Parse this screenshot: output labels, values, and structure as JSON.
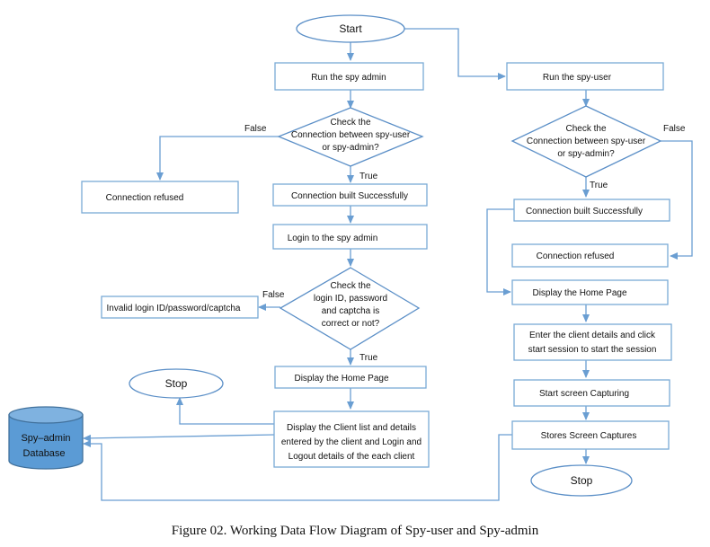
{
  "nodes": {
    "start": "Start",
    "run_admin": "Run the spy admin",
    "run_user": "Run the spy-user",
    "check_conn_admin": [
      "Check the",
      "Connection between spy-user",
      "or spy-admin?"
    ],
    "check_conn_user": [
      "Check the",
      "Connection between spy-user",
      "or spy-admin?"
    ],
    "conn_refused_admin": "Connection refused",
    "conn_built_admin": "Connection built Successfully",
    "conn_built_user": "Connection built Successfully",
    "conn_refused_user": "Connection refused",
    "login_admin": "Login to the spy admin",
    "check_login": [
      "Check the",
      "login ID, password",
      "and captcha is",
      "correct or not?"
    ],
    "invalid_login": "Invalid login ID/password/captcha",
    "home_admin": "Display the Home Page",
    "home_user": "Display the Home Page",
    "client_details": [
      "Enter the client details and click",
      "start session to start the session"
    ],
    "screen_capture": "Start screen Capturing",
    "stores_captures": "Stores Screen Captures",
    "client_list": [
      "Display the Client list and details",
      "entered by the client and Login and",
      "Logout details of the each client"
    ],
    "stop_admin": "Stop",
    "stop_user": "Stop",
    "database": [
      "Spy–admin",
      "Database"
    ]
  },
  "edge_labels": {
    "false_conn_admin": "False",
    "true_conn_admin": "True",
    "false_conn_user": "False",
    "true_conn_user": "True",
    "false_login": "False",
    "true_login": "True"
  },
  "colors": {
    "box_stroke": "#7aaad6",
    "edge": "#6a9ed2",
    "database_fill": "#5b9bd5"
  },
  "caption": "Figure 02. Working Data Flow Diagram of  Spy-user and Spy-admin"
}
